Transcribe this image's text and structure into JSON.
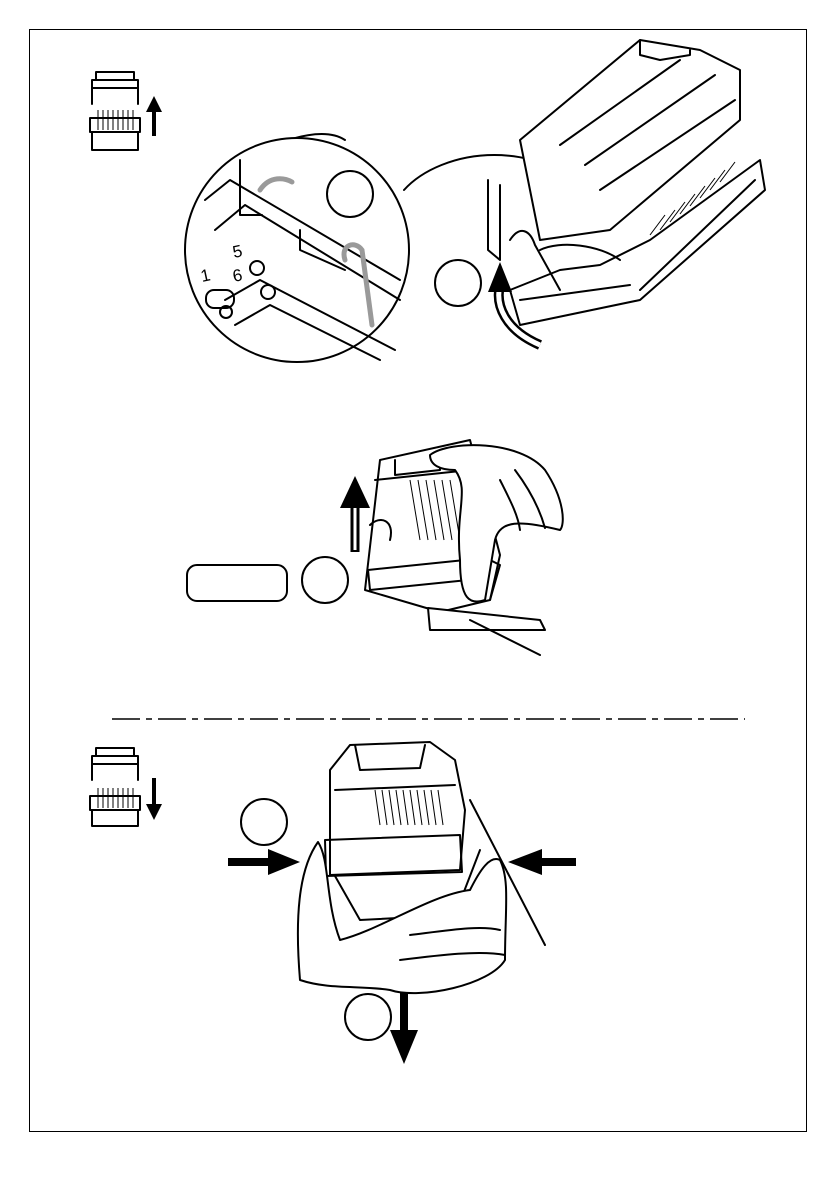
{
  "illustration": {
    "step_badges": [
      "",
      "",
      "",
      "",
      ""
    ],
    "callout_box_text": "",
    "panel_labels": [
      "6",
      "5",
      "1"
    ],
    "colors": {
      "ink": "#000000",
      "paper": "#ffffff",
      "wire": "#9a9a9a"
    },
    "icons": [
      "module-remove-icon",
      "module-insert-icon",
      "arrow-up-icon",
      "arrow-down-icon",
      "arrow-right-icon",
      "arrow-left-icon",
      "curved-arrow-icon"
    ]
  }
}
